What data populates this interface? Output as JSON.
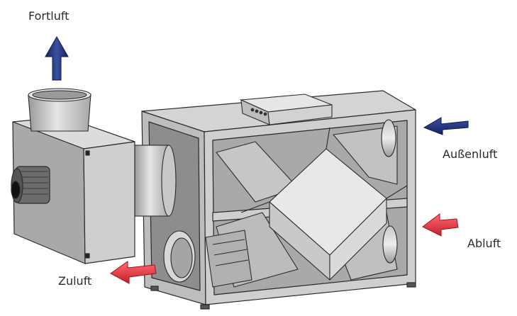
{
  "labels": {
    "fortluft": "Fortluft",
    "aussenluft": "Außenluft",
    "abluft": "Abluft",
    "zuluft": "Zuluft"
  },
  "colors": {
    "blue_arrow": "#1f2f7a",
    "red_arrow": "#e8323c",
    "housing_light": "#d6d6d6",
    "housing_mid": "#b9b9b9",
    "housing_dark": "#8e8e8e",
    "outline": "#2b2b2b"
  },
  "arrows": [
    {
      "name": "fortluft-arrow",
      "direction": "up",
      "color": "blue"
    },
    {
      "name": "aussenluft-arrow",
      "direction": "left",
      "color": "blue"
    },
    {
      "name": "abluft-arrow",
      "direction": "left",
      "color": "red"
    },
    {
      "name": "zuluft-arrow",
      "direction": "left",
      "color": "red"
    }
  ]
}
